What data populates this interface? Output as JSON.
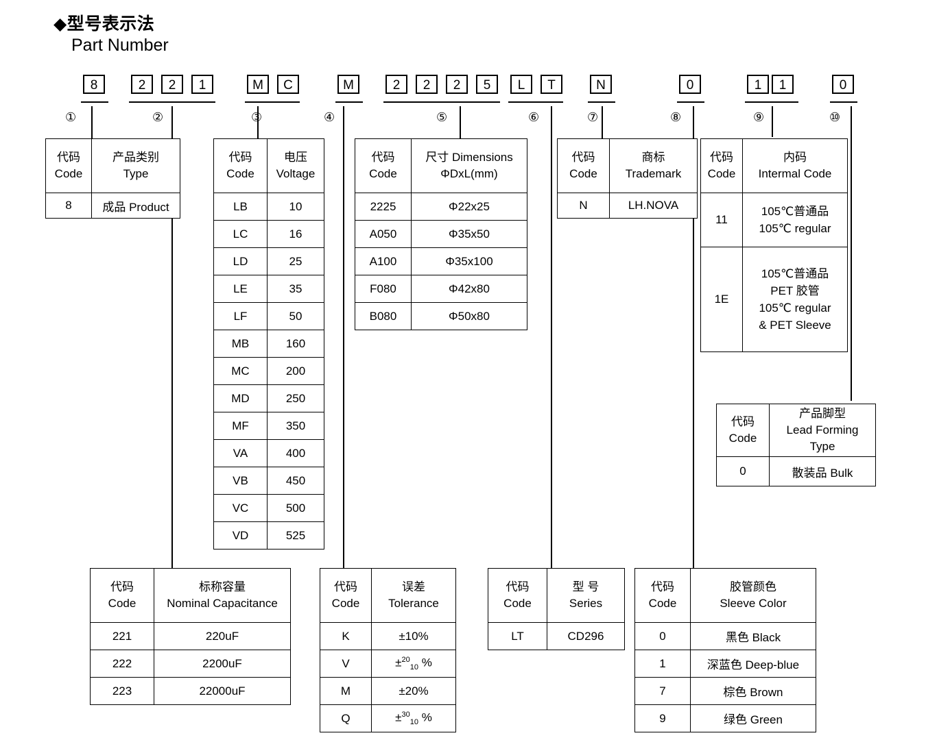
{
  "heading": {
    "zh": "◆型号表示法",
    "en": "Part Number"
  },
  "part_number": {
    "groups": [
      {
        "num": "①",
        "chars": [
          "8"
        ]
      },
      {
        "num": "②",
        "chars": [
          "2",
          "2",
          "1"
        ]
      },
      {
        "num": "③",
        "chars": [
          "M",
          "C"
        ]
      },
      {
        "num": "④",
        "chars": [
          "M"
        ]
      },
      {
        "num": "⑤",
        "chars": [
          "2",
          "2",
          "2",
          "5"
        ]
      },
      {
        "num": "⑥",
        "chars": [
          "L",
          "T"
        ]
      },
      {
        "num": "⑦",
        "chars": [
          "N"
        ]
      },
      {
        "num": "⑧",
        "chars": [
          "0"
        ]
      },
      {
        "num": "⑨",
        "chars": [
          "1",
          "1"
        ]
      },
      {
        "num": "⑩",
        "chars": [
          "0"
        ]
      }
    ]
  },
  "tables": {
    "type": {
      "header": {
        "code_zh": "代码",
        "code_en": "Code",
        "val_zh": "产品类别",
        "val_en": "Type"
      },
      "rows": [
        {
          "code": "8",
          "value": "成品 Product"
        }
      ]
    },
    "voltage": {
      "header": {
        "code_zh": "代码",
        "code_en": "Code",
        "val_zh": "电压",
        "val_en": "Voltage"
      },
      "rows": [
        {
          "code": "LB",
          "value": "10"
        },
        {
          "code": "LC",
          "value": "16"
        },
        {
          "code": "LD",
          "value": "25"
        },
        {
          "code": "LE",
          "value": "35"
        },
        {
          "code": "LF",
          "value": "50"
        },
        {
          "code": "MB",
          "value": "160"
        },
        {
          "code": "MC",
          "value": "200"
        },
        {
          "code": "MD",
          "value": "250"
        },
        {
          "code": "MF",
          "value": "350"
        },
        {
          "code": "VA",
          "value": "400"
        },
        {
          "code": "VB",
          "value": "450"
        },
        {
          "code": "VC",
          "value": "500"
        },
        {
          "code": "VD",
          "value": "525"
        }
      ]
    },
    "dimensions": {
      "header": {
        "code_zh": "代码",
        "code_en": "Code",
        "val_zh": "尺寸 Dimensions",
        "val_en": "ΦDxL(mm)"
      },
      "rows": [
        {
          "code": "2225",
          "value": "Φ22x25"
        },
        {
          "code": "A050",
          "value": "Φ35x50"
        },
        {
          "code": "A100",
          "value": "Φ35x100"
        },
        {
          "code": "F080",
          "value": "Φ42x80"
        },
        {
          "code": "B080",
          "value": "Φ50x80"
        }
      ]
    },
    "trademark": {
      "header": {
        "code_zh": "代码",
        "code_en": "Code",
        "val_zh": "商标",
        "val_en": "Trademark"
      },
      "rows": [
        {
          "code": "N",
          "value": "LH.NOVA"
        }
      ]
    },
    "internal_code": {
      "header": {
        "code_zh": "代码",
        "code_en": "Code",
        "val_zh": "内码",
        "val_en": "Intermal Code"
      },
      "rows": [
        {
          "code": "11",
          "lines": [
            "105℃普通品",
            "105℃  regular"
          ]
        },
        {
          "code": "1E",
          "lines": [
            "105℃普通品",
            "PET 胶管",
            "105℃  regular",
            "& PET Sleeve"
          ]
        }
      ]
    },
    "lead_forming": {
      "header": {
        "code_zh": "代码",
        "code_en": "Code",
        "val_zh": "产品脚型",
        "val_en": "Lead Forming",
        "val_en2": "Type"
      },
      "rows": [
        {
          "code": "0",
          "value": "散装品 Bulk"
        }
      ]
    },
    "capacitance": {
      "header": {
        "code_zh": "代码",
        "code_en": "Code",
        "val_zh": "标称容量",
        "val_en": "Nominal Capacitance"
      },
      "rows": [
        {
          "code": "221",
          "value": "220uF"
        },
        {
          "code": "222",
          "value": "2200uF"
        },
        {
          "code": "223",
          "value": "22000uF"
        }
      ]
    },
    "tolerance": {
      "header": {
        "code_zh": "代码",
        "code_en": "Code",
        "val_zh": "误差",
        "val_en": "Tolerance"
      },
      "rows": [
        {
          "code": "K",
          "value": "±10%",
          "sup": "",
          "sub": ""
        },
        {
          "code": "V",
          "value": "±",
          "sup": "20",
          "sub": "10",
          "tail": "%"
        },
        {
          "code": "M",
          "value": "±20%",
          "sup": "",
          "sub": ""
        },
        {
          "code": "Q",
          "value": "±",
          "sup": "30",
          "sub": "10",
          "tail": "%"
        }
      ]
    },
    "series": {
      "header": {
        "code_zh": "代码",
        "code_en": "Code",
        "val_zh": "型 号",
        "val_en": "Series"
      },
      "rows": [
        {
          "code": "LT",
          "value": "CD296"
        }
      ]
    },
    "sleeve_color": {
      "header": {
        "code_zh": "代码",
        "code_en": "Code",
        "val_zh": "胶管颜色",
        "val_en": "Sleeve Color"
      },
      "rows": [
        {
          "code": "0",
          "value": "黑色 Black"
        },
        {
          "code": "1",
          "value": "深蓝色 Deep-blue"
        },
        {
          "code": "7",
          "value": "棕色 Brown"
        },
        {
          "code": "9",
          "value": "绿色 Green"
        }
      ]
    }
  }
}
